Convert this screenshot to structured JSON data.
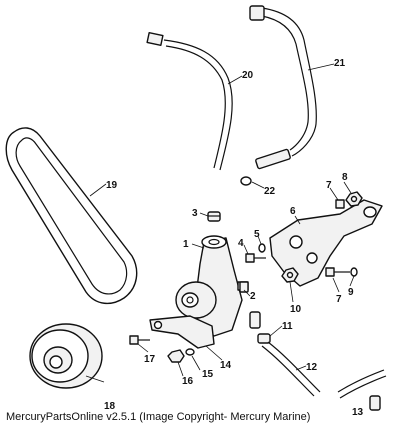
{
  "callouts": [
    "1",
    "2",
    "3",
    "4",
    "5",
    "6",
    "7",
    "7",
    "8",
    "9",
    "10",
    "11",
    "12",
    "13",
    "14",
    "15",
    "16",
    "17",
    "18",
    "19",
    "20",
    "21",
    "22"
  ],
  "footer": "MercuryPartsOnline v2.5.1 (Image Copyright- Mercury Marine)"
}
